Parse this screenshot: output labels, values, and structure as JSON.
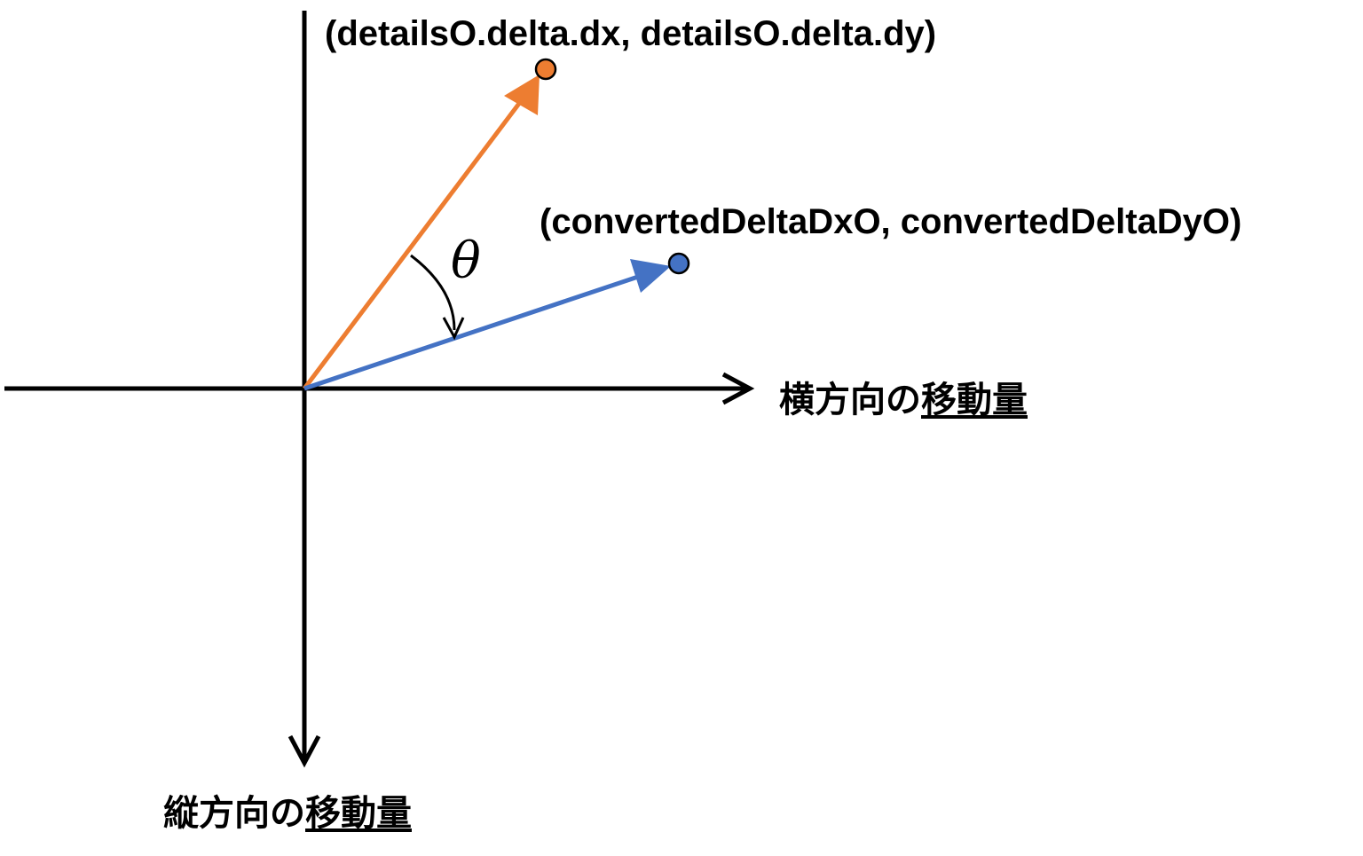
{
  "labels": {
    "original_point": "(detailsO.delta.dx, detailsO.delta.dy)",
    "converted_point": "(convertedDeltaDxO, convertedDeltaDyO)",
    "angle": "θ",
    "x_axis_prefix": "横方向の",
    "x_axis_underlined": "移動量",
    "y_axis_prefix": "縦方向の",
    "y_axis_underlined": "移動量"
  },
  "colors": {
    "original_vector": "#ED7D31",
    "converted_vector": "#4472C4",
    "axes": "#000000"
  }
}
